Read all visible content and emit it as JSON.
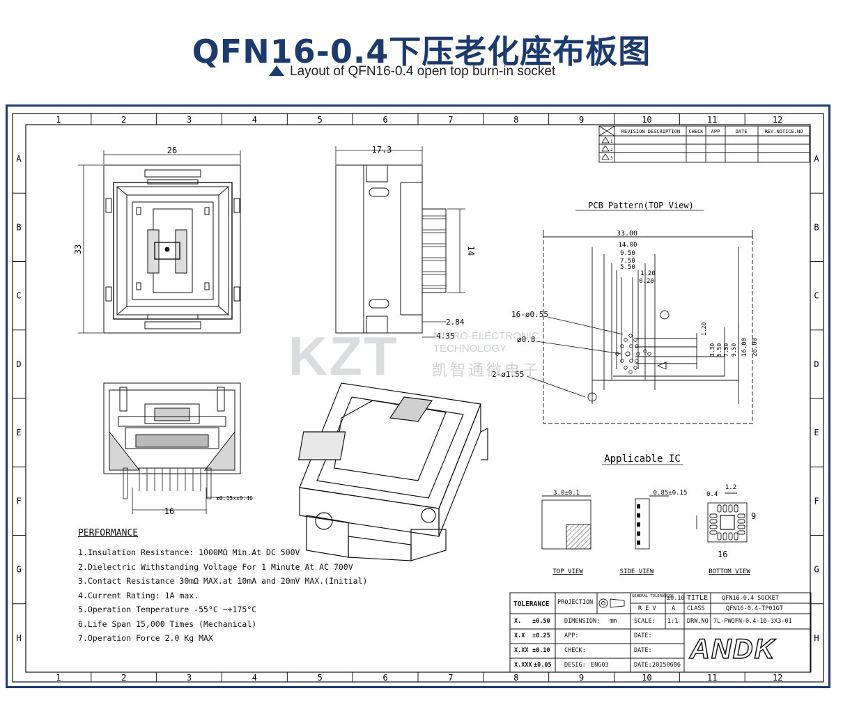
{
  "header": {
    "title": "QFN16-0.4下压老化座布板图",
    "subtitle": "Layout of QFN16-0.4 open top burn-in socket"
  },
  "grid": {
    "columns": [
      "1",
      "2",
      "3",
      "4",
      "5",
      "6",
      "7",
      "8",
      "9",
      "10",
      "11",
      "12"
    ],
    "rows": [
      "A",
      "B",
      "C",
      "D",
      "E",
      "F",
      "G",
      "H"
    ]
  },
  "revision_table": {
    "headers": [
      "REVISION DESCRIPTION",
      "CHECK",
      "APP",
      "DATE",
      "REV.NOTICE.NO"
    ],
    "rows": [
      "1",
      "2",
      "3"
    ]
  },
  "dimensions": {
    "top_width": "26",
    "top_height": "33",
    "side_width": "17.3",
    "side_pin": "14",
    "side_d1": "2.84",
    "side_d2": "4.35",
    "front_width": "16",
    "front_tol": "±0.15xx0.40"
  },
  "pcb": {
    "title": "PCB Pattern(TOP View)",
    "d33": "33.00",
    "d14": "14.00",
    "d950": "9.50",
    "d750": "7.50",
    "d550": "5.50",
    "d120": "1.20",
    "d020": "0.20",
    "holes16": "16-ø0.55",
    "hole08": "ø0.8",
    "holes2": "2-ø1.55",
    "r120": "1.20",
    "r330": "3.30",
    "r550": "5.50",
    "r750": "7.50",
    "r950": "9.50",
    "r1600": "16.00",
    "r2600": "26.00"
  },
  "ic": {
    "title": "Applicable IC",
    "top_dim": "3.0±0.1",
    "side_dim": "0.85±0.15",
    "pitch": "0.4",
    "pad": "1.2",
    "pin9": "9",
    "pin16": "16",
    "top_view": "TOP VIEW",
    "side_view": "SIDE VIEW",
    "bottom_view": "BOTTOM VIEW"
  },
  "performance": {
    "heading": "PERFORMANCE",
    "items": [
      "1.Insulation Resistance: 1000MΩ Min.At DC 500V",
      "2.Dielectric Withstanding Voltage For 1 Minute At AC 700V",
      "3.Contact Resistance 30mΩ MAX.at 10mA and 20mV MAX.(Initial)",
      "4.Current Rating: 1A max.",
      "5.Operation Temperature -55°C ~+175°C",
      "6.Life Span 15,000 Times (Mechanical)",
      "7.Operation Force 2.0 Kg MAX"
    ]
  },
  "title_block": {
    "tolerance": "TOLERANCE",
    "projection": "PROJECTION",
    "general_tol": "GENERAL TOLERANCES",
    "general_val": "±0.10",
    "title_label": "TITLE",
    "title_val": "QFN16-0.4 SOCKET",
    "rev_label": "R E V",
    "rev_val": "A",
    "class_label": "CLASS",
    "class_val": "QFN16-0.4-TP01GT",
    "t1": "X.",
    "t1v": "±0.50",
    "t2": "X.X",
    "t2v": "±0.25",
    "t3": "X.XX",
    "t3v": "±0.10",
    "t4": "X.XXX",
    "t4v": "±0.05",
    "dimension": "DIMENSION:",
    "mm": "mm",
    "scale": "SCALE:",
    "scale_val": "1:1",
    "drw_no": "DRW.NO",
    "drw_val": "7L-PWQFN-0.4-16-3X3-01",
    "app": "APP:",
    "check": "CHECK:",
    "desig": "DESIG:",
    "desig_val": "ENG03",
    "date": "DATE:",
    "date_val": "20150606",
    "logo": "ANDK"
  },
  "watermark": {
    "brand": "KZT",
    "line1": "MICRO-ELECTRONIC",
    "line2": "TECHNOLOGY",
    "cn": "凯智通微电子"
  }
}
